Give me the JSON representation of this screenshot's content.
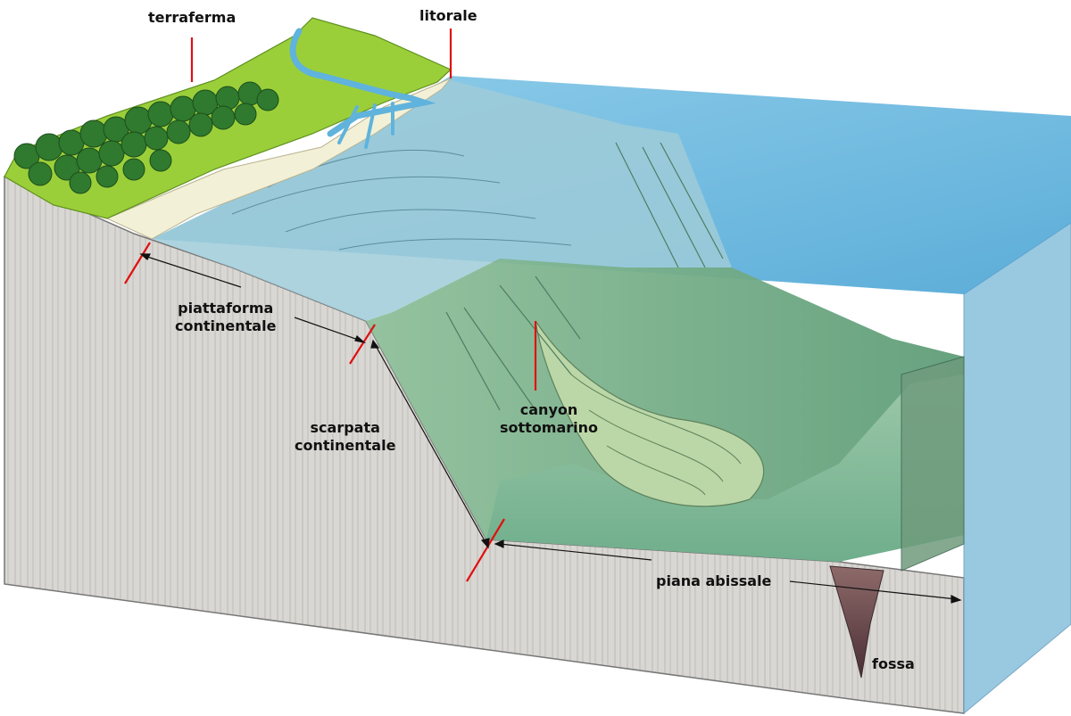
{
  "labels": {
    "terraferma": "terraferma",
    "litorale": "litorale",
    "piattaforma": [
      "piattaforma",
      "continentale"
    ],
    "scarpata": [
      "scarpata",
      "continentale"
    ],
    "canyon": [
      "canyon",
      "sottomarino"
    ],
    "piana": "piana abissale",
    "fossa": "fossa"
  },
  "colors": {
    "sea_surface": "#5fb3dc",
    "water_front": "#8fc6e0",
    "seafloor": "#7fb79a",
    "land": "#9bcf3a",
    "sand": "#f2f0d6",
    "tree": "#2f7a2e",
    "rock_side": "#d4d2ce",
    "marker": "#e01010"
  }
}
